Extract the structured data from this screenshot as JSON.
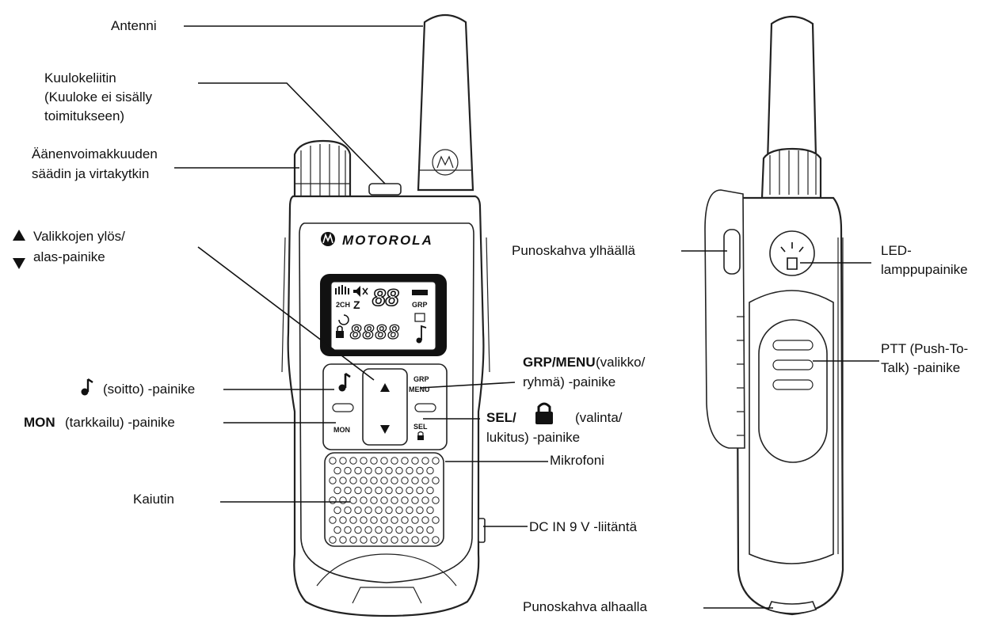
{
  "labels": {
    "antenna": "Antenni",
    "headset_1": "Kuulokeliitin",
    "headset_2": "(Kuuloke ei sisälly",
    "headset_3": "toimitukseen)",
    "volume_1": "Äänenvoimakkuuden",
    "volume_2": "säädin ja virtakytkin",
    "updown_1": "Valikkojen ylös/",
    "updown_2": "alas-painike",
    "call": "(soitto) -painike",
    "mon_bold": "MON",
    "mon_rest": "(tarkkailu) -painike",
    "speaker": "Kaiutin",
    "grp_bold": "GRP/MENU",
    "grp_rest": "(valikko/",
    "grp_2": "ryhmä) -painike",
    "sel_bold": "SEL/",
    "sel_rest": "(valinta/",
    "sel_2": "lukitus) -painike",
    "mic": "Mikrofoni",
    "dcin": "DC IN 9 V -liitäntä",
    "clip_top": "Punoskahva ylhäällä",
    "led_1": "LED-",
    "led_2": "lamppupainike",
    "ptt_1": "PTT (Push-To-",
    "ptt_2": "Talk) -painike",
    "clip_bottom": "Punoskahva alhaalla"
  },
  "device": {
    "brand": "MOTOROLA",
    "lcd_channel": "88",
    "lcd_2ch": "2CH",
    "lcd_grp": "GRP",
    "lcd_segments": "8888",
    "btn_grp": "GRP",
    "btn_menu": "MENU",
    "btn_mon": "MON",
    "btn_sel": "SEL"
  },
  "icons": {
    "up": "triangle-up-icon",
    "down": "triangle-down-icon",
    "music": "music-note-icon",
    "lock": "padlock-icon",
    "motorola": "motorola-logo-icon",
    "led": "flashlight-icon"
  }
}
